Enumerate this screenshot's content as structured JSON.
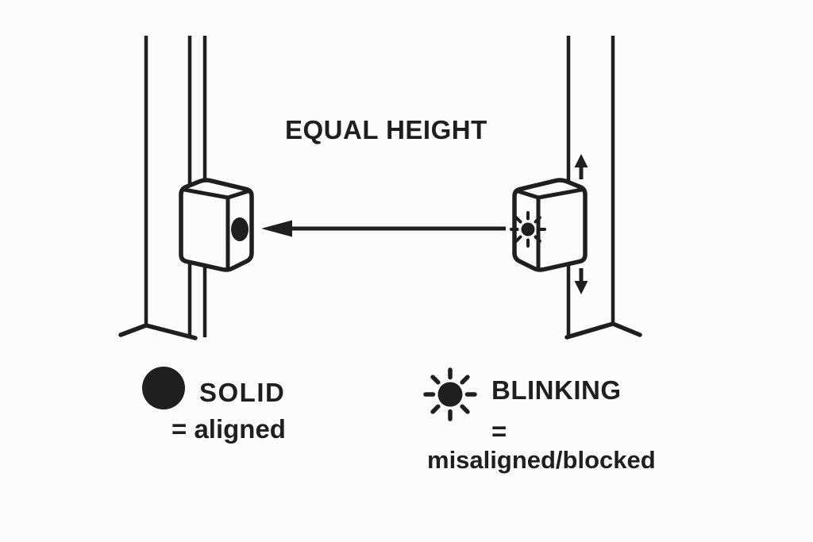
{
  "colors": {
    "background": "#fcfcfc",
    "ink": "#1f1f1f"
  },
  "diagram": {
    "title": "EQUAL HEIGHT",
    "left_sensor": {
      "indicator_icon": "solid-dot-icon"
    },
    "right_sensor": {
      "indicator_icon": "blinking-sun-icon"
    },
    "arrows": {
      "beam": "left-arrow-icon",
      "adjust_up": "up-arrow-icon",
      "adjust_down": "down-arrow-icon"
    }
  },
  "legend": {
    "solid": {
      "icon": "legend-solid-circle-icon",
      "label": "SOLID",
      "line2": "= aligned"
    },
    "blinking": {
      "icon": "legend-blinking-sun-icon",
      "label": "BLINKING",
      "line2": "=",
      "line3": "misaligned/blocked"
    }
  }
}
